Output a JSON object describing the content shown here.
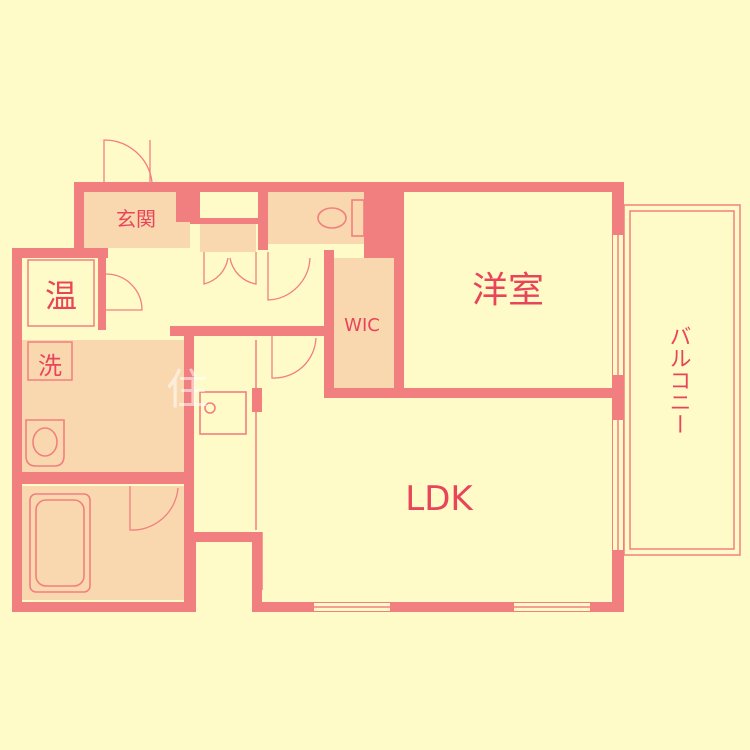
{
  "rooms": {
    "genkan": "玄関",
    "onsui": "温",
    "sentaku": "洗",
    "wic": "WIC",
    "youshitsu": "洋室",
    "ldk": "LDK",
    "balcony": "バルコニー"
  },
  "watermark": "住",
  "colors": {
    "background": "#fffbc9",
    "wall": "#f27f7f",
    "label": "#e8445a",
    "wet_area": "#f9d8b0"
  }
}
